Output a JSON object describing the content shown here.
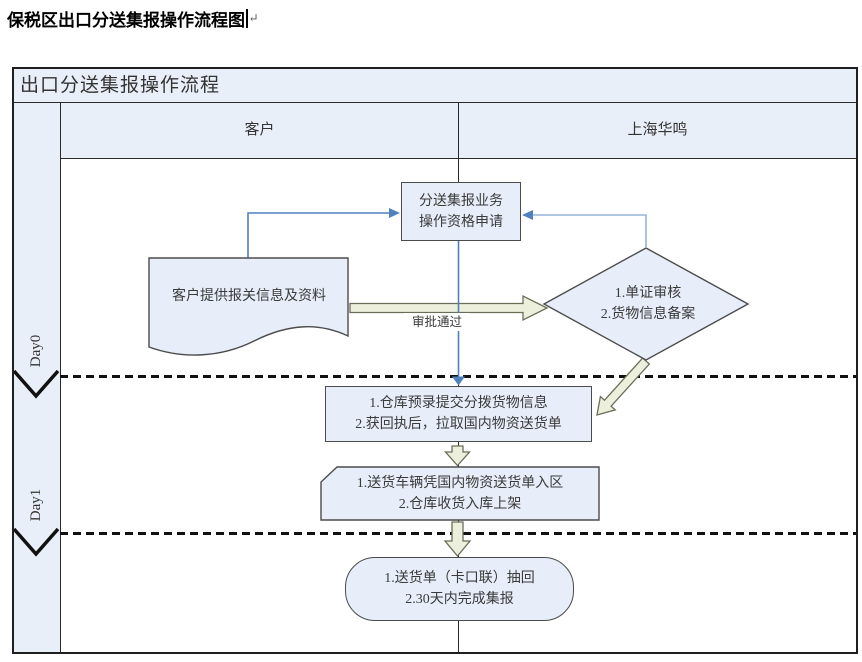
{
  "page": {
    "title": "保税区出口分送集报操作流程图",
    "paragraph_mark": "↵"
  },
  "diagram": {
    "header_title": "出口分送集报操作流程",
    "columns": {
      "left": "客户",
      "right": "上海华鸣"
    },
    "lanes": {
      "lane0": "Day0",
      "lane1": "Day1"
    },
    "nodes": {
      "qualification": {
        "line1": "分送集报业务",
        "line2": "操作资格申请"
      },
      "customer_doc": {
        "label": "客户提供报关信息及资料"
      },
      "review": {
        "line1": "1.单证审核",
        "line2": "2.货物信息备案"
      },
      "warehouse_entry": {
        "line1": "1.仓库预录提交分拨货物信息",
        "line2": "2.获回执后，拉取国内物资送货单"
      },
      "delivery": {
        "line1": "1.送货车辆凭国内物资送货单入区",
        "line2": "2.仓库收货入库上架"
      },
      "completion": {
        "line1": "1.送货单（卡口联）抽回",
        "line2": "2.30天内完成集报"
      }
    },
    "labels": {
      "approval": "审批通过"
    },
    "colors": {
      "cell_bg": "#e9eff9",
      "shape_fill": "#e7eef9",
      "shape_stroke": "#4b4b4b",
      "grid_line": "#2a2a2a",
      "connector_blue": "#4f81bd",
      "connector_blue_light": "#95b3d7",
      "block_arrow_fill": "#ecefdc",
      "block_arrow_stroke": "#6a6e58",
      "dashed_line": "#111111",
      "text": "#3a3a3a"
    }
  }
}
